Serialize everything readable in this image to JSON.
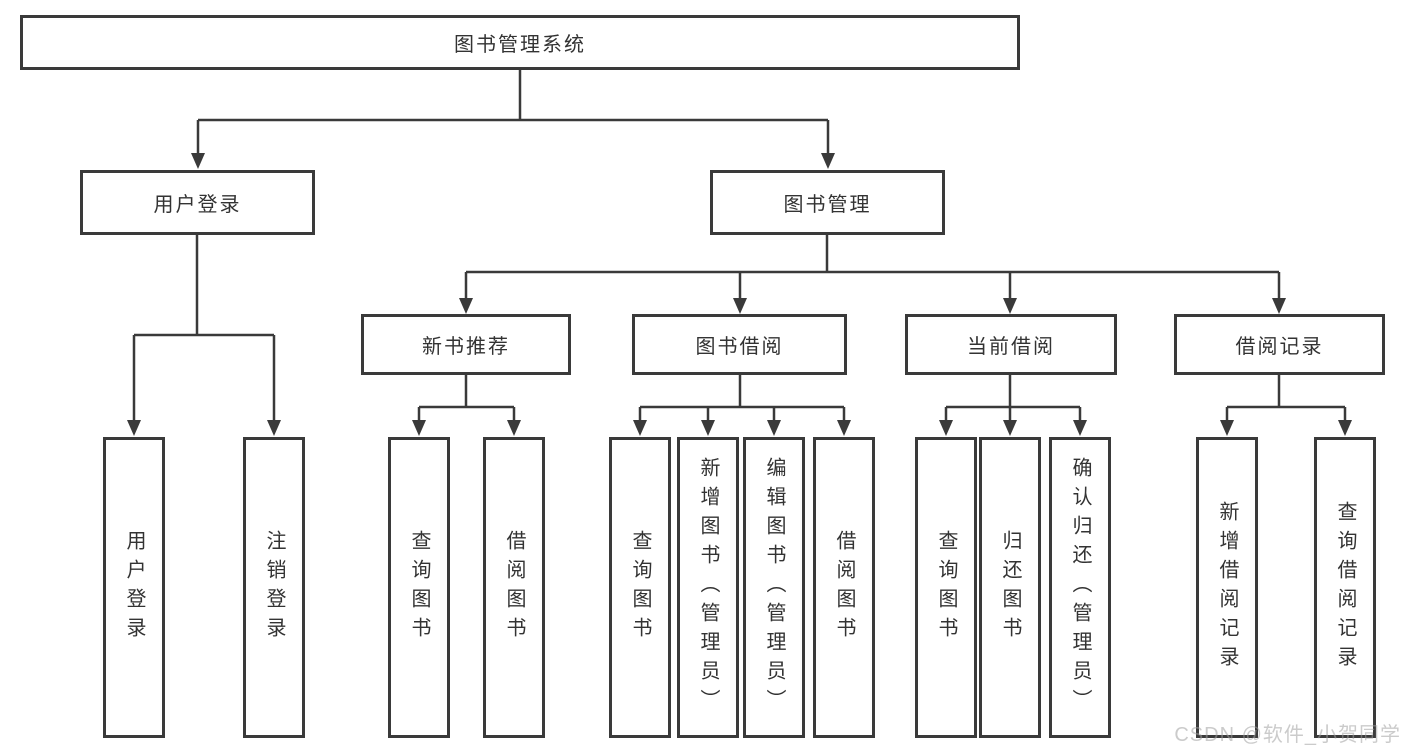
{
  "diagram": {
    "root": "图书管理系统",
    "user_login": {
      "label": "用户登录",
      "children": [
        "用户登录",
        "注销登录"
      ]
    },
    "book_mgmt": {
      "label": "图书管理",
      "sections": [
        {
          "label": "新书推荐",
          "children": [
            "查询图书",
            "借阅图书"
          ]
        },
        {
          "label": "图书借阅",
          "children": [
            "查询图书",
            "新增图书（管理员）",
            "编辑图书（管理员）",
            "借阅图书"
          ]
        },
        {
          "label": "当前借阅",
          "children": [
            "查询图书",
            "归还图书",
            "确认归还（管理员）"
          ]
        },
        {
          "label": "借阅记录",
          "children": [
            "新增借阅记录",
            "查询借阅记录"
          ]
        }
      ]
    }
  },
  "watermark": "CSDN @软件_小贺同学",
  "colors": {
    "line": "#3a3a3a",
    "box_background": "#ffffff",
    "text": "#333333",
    "watermark": "#c2c2c2"
  }
}
